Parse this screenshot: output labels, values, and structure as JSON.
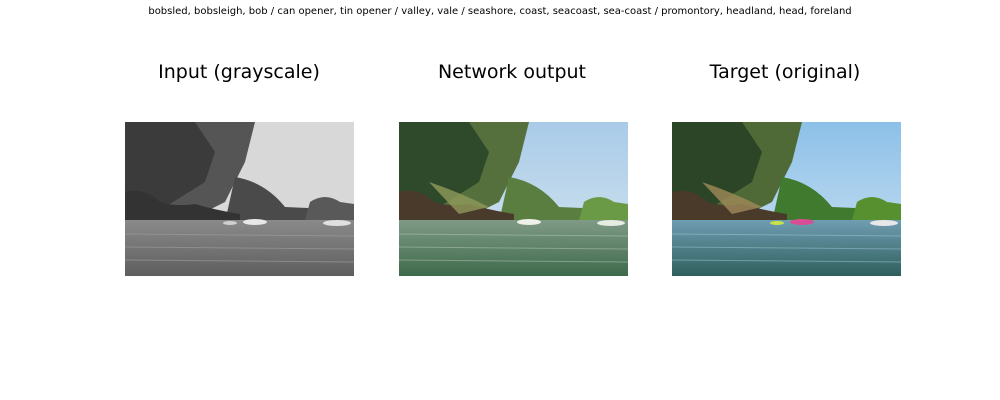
{
  "caption": "bobsled, bobsleigh, bob / can opener, tin opener / valley, vale / seashore, coast, seacoast, sea-coast / promontory, headland, head, foreland",
  "panels": [
    {
      "title": "Input (grayscale)"
    },
    {
      "title": "Network output"
    },
    {
      "title": "Target (original)"
    }
  ]
}
